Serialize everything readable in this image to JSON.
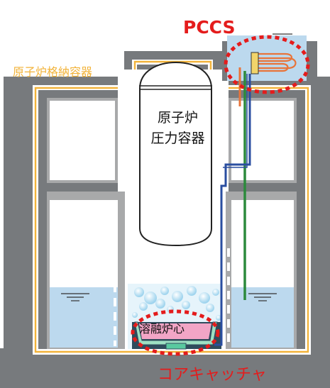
{
  "labels": {
    "pccs": "PCCS",
    "containment_vessel": "原子炉格納容器",
    "rpv_line1": "原子炉",
    "rpv_line2": "圧力容器",
    "corium": "溶融炉心",
    "core_catcher": "コアキャッチャ"
  },
  "colors": {
    "highlight_red": "#e41c1c",
    "containment_outline": "#f2b33a",
    "concrete": "#777a7d",
    "concrete_inner": "#a8a9aa",
    "water": "#bcd9ee",
    "corium": "#f2a5c6",
    "pipe_orange": "#e8743a",
    "pipe_green": "#2c8a3c",
    "pipe_blue": "#2a4ea0"
  },
  "icons": [
    "pccs-heat-exchanger-icon",
    "water-surface-icon",
    "steam-bubbles-icon"
  ]
}
